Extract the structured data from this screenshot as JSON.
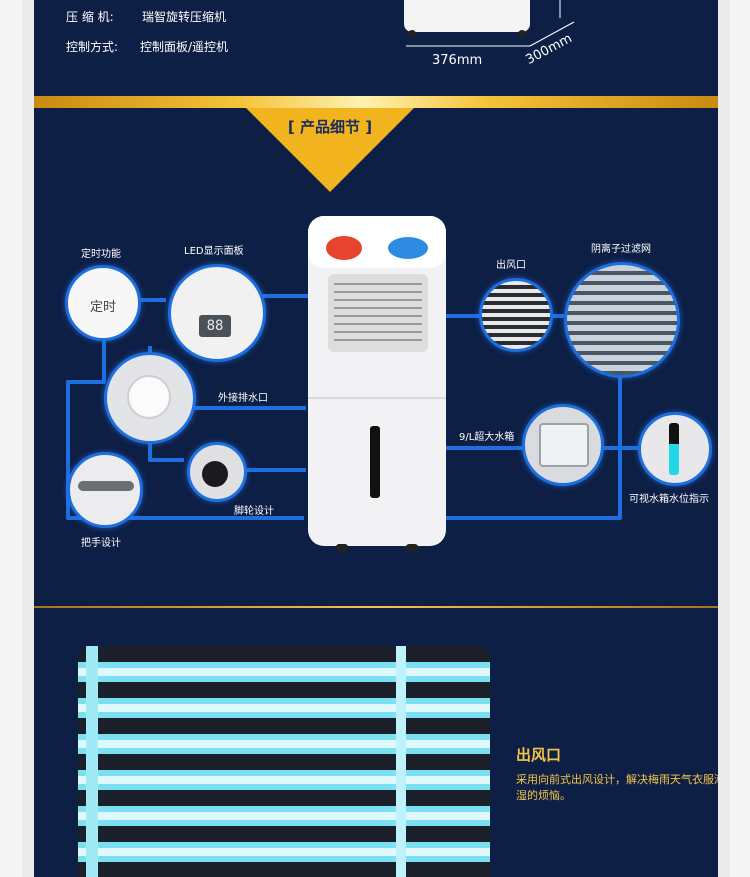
{
  "specs": [
    {
      "key": "压 缩 机:",
      "value": "瑞智旋转压缩机"
    },
    {
      "key": "控制方式:",
      "value": "控制面板/遥控机"
    }
  ],
  "dimensions": {
    "width": "376mm",
    "depth": "300mm"
  },
  "banner": {
    "title": "[ 产品细节 ]"
  },
  "features": {
    "timer": "定时功能",
    "timer_button": "定时",
    "led": "LED显示面板",
    "led_display": "88",
    "drain": "外接排水口",
    "wheel": "脚轮设计",
    "handle": "把手设计",
    "outlet": "出风口",
    "filter": "阴离子过滤网",
    "tank": "9/L超大水箱",
    "level": "可视水箱水位指示"
  },
  "outlet_section": {
    "title": "出风口",
    "description": "采用向前式出风设计，解决梅雨天气衣服潮湿的烦恼。"
  },
  "colors": {
    "background": "#0d1f45",
    "connector": "#1d6fe0",
    "accent": "#f3c54a"
  }
}
